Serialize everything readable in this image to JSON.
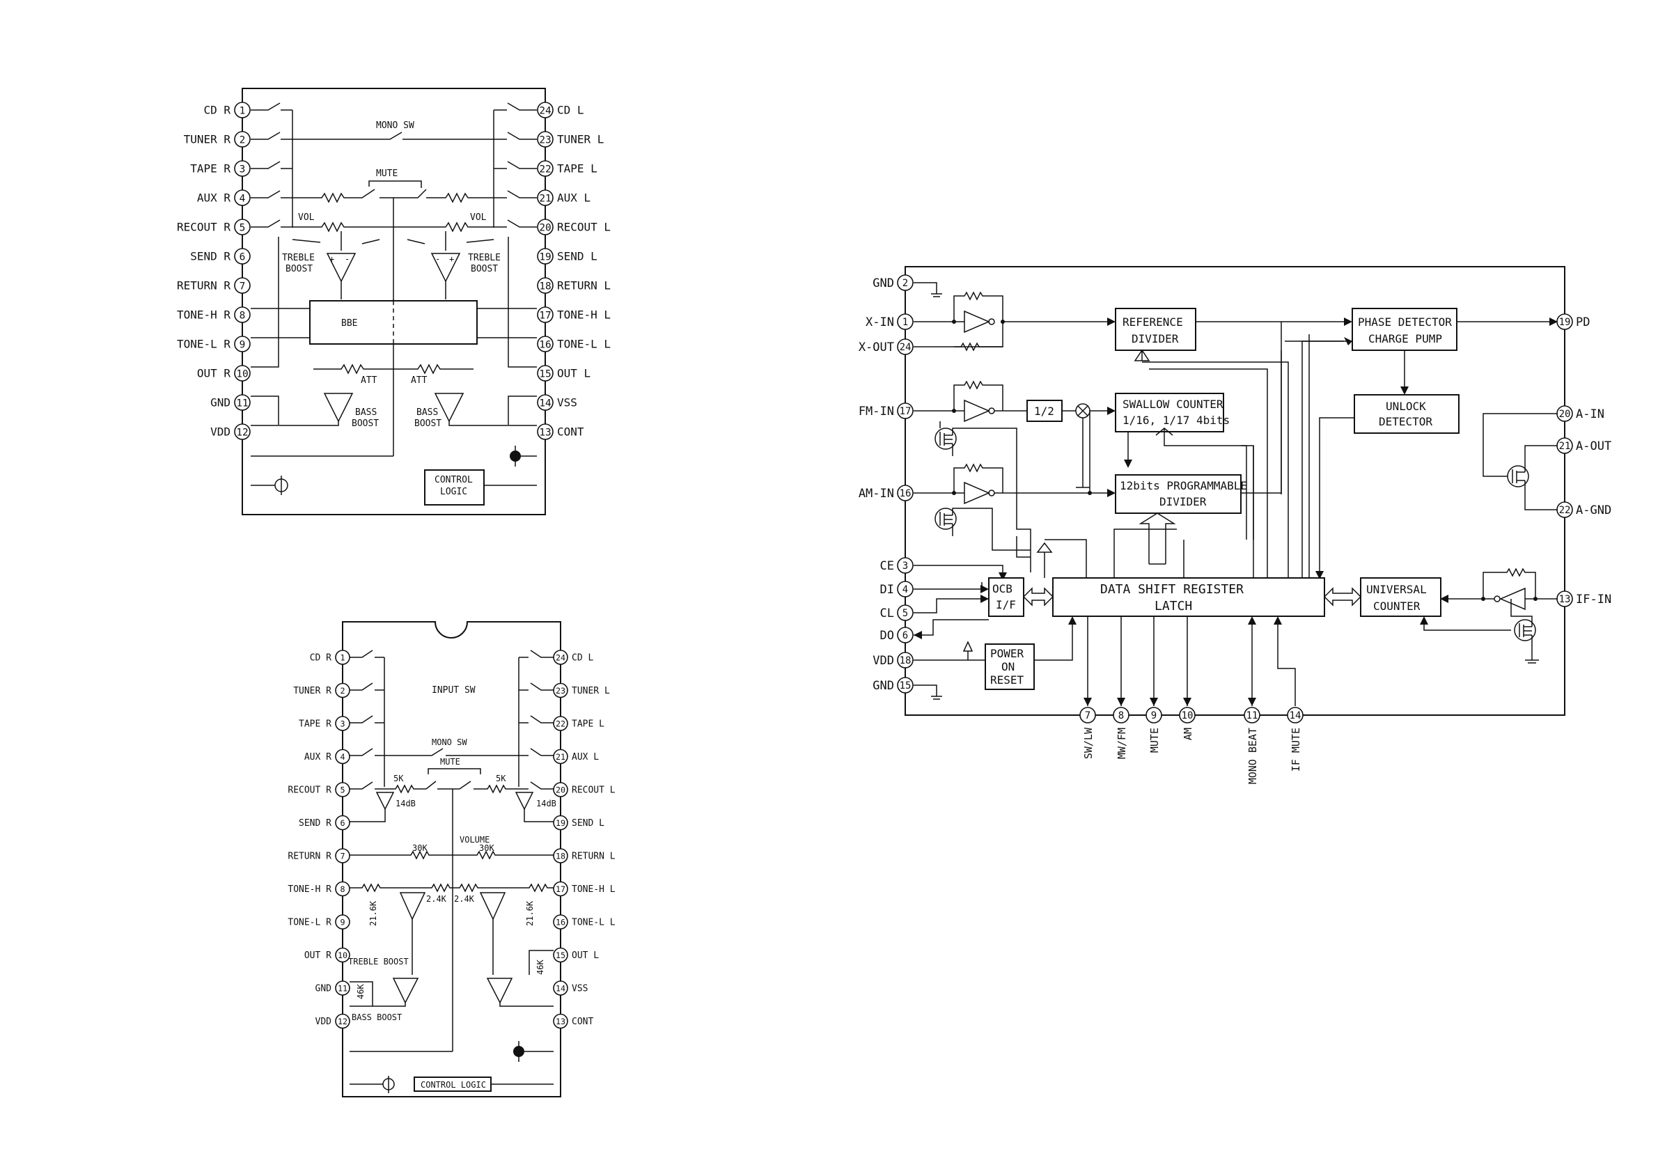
{
  "ic1": {
    "left_pins": [
      {
        "n": "1",
        "label": "CD R"
      },
      {
        "n": "2",
        "label": "TUNER R"
      },
      {
        "n": "3",
        "label": "TAPE R"
      },
      {
        "n": "4",
        "label": "AUX R"
      },
      {
        "n": "5",
        "label": "RECOUT R"
      },
      {
        "n": "6",
        "label": "SEND R"
      },
      {
        "n": "7",
        "label": "RETURN R"
      },
      {
        "n": "8",
        "label": "TONE-H R"
      },
      {
        "n": "9",
        "label": "TONE-L R"
      },
      {
        "n": "10",
        "label": "OUT R"
      },
      {
        "n": "11",
        "label": "GND"
      },
      {
        "n": "12",
        "label": "VDD"
      }
    ],
    "right_pins": [
      {
        "n": "24",
        "label": "CD L"
      },
      {
        "n": "23",
        "label": "TUNER L"
      },
      {
        "n": "22",
        "label": "TAPE L"
      },
      {
        "n": "21",
        "label": "AUX L"
      },
      {
        "n": "20",
        "label": "RECOUT L"
      },
      {
        "n": "19",
        "label": "SEND L"
      },
      {
        "n": "18",
        "label": "RETURN L"
      },
      {
        "n": "17",
        "label": "TONE-H L"
      },
      {
        "n": "16",
        "label": "TONE-L L"
      },
      {
        "n": "15",
        "label": "OUT L"
      },
      {
        "n": "14",
        "label": "VSS"
      },
      {
        "n": "13",
        "label": "CONT"
      }
    ],
    "labels": {
      "mono_sw": "MONO SW",
      "mute": "MUTE",
      "vol_l": "VOL",
      "vol_r": "VOL",
      "treble_l": "TREBLE",
      "boost_l": "BOOST",
      "treble_r": "TREBLE",
      "boost_r": "BOOST",
      "bbe": "BBE",
      "att_l": "ATT",
      "att_r": "ATT",
      "bass_l": "BASS",
      "bass_boost_l": "BOOST",
      "bass_r": "BASS",
      "bass_boost_r": "BOOST",
      "control": "CONTROL",
      "logic": "LOGIC",
      "plus": "+",
      "minus": "-"
    }
  },
  "ic2": {
    "left_pins": [
      {
        "n": "1",
        "label": "CD R"
      },
      {
        "n": "2",
        "label": "TUNER R"
      },
      {
        "n": "3",
        "label": "TAPE R"
      },
      {
        "n": "4",
        "label": "AUX R"
      },
      {
        "n": "5",
        "label": "RECOUT R"
      },
      {
        "n": "6",
        "label": "SEND R"
      },
      {
        "n": "7",
        "label": "RETURN R"
      },
      {
        "n": "8",
        "label": "TONE-H R"
      },
      {
        "n": "9",
        "label": "TONE-L R"
      },
      {
        "n": "10",
        "label": "OUT R"
      },
      {
        "n": "11",
        "label": "GND"
      },
      {
        "n": "12",
        "label": "VDD"
      }
    ],
    "right_pins": [
      {
        "n": "24",
        "label": "CD L"
      },
      {
        "n": "23",
        "label": "TUNER L"
      },
      {
        "n": "22",
        "label": "TAPE L"
      },
      {
        "n": "21",
        "label": "AUX L"
      },
      {
        "n": "20",
        "label": "RECOUT L"
      },
      {
        "n": "19",
        "label": "SEND L"
      },
      {
        "n": "18",
        "label": "RETURN L"
      },
      {
        "n": "17",
        "label": "TONE-H L"
      },
      {
        "n": "16",
        "label": "TONE-L L"
      },
      {
        "n": "15",
        "label": "OUT L"
      },
      {
        "n": "14",
        "label": "VSS"
      },
      {
        "n": "13",
        "label": "CONT"
      }
    ],
    "labels": {
      "input_sw": "INPUT SW",
      "mono_sw": "MONO SW",
      "mute": "MUTE",
      "r5k_l": "5K",
      "r5k_r": "5K",
      "gain_l": "14dB",
      "gain_r": "14dB",
      "volume": "VOLUME",
      "r30k_l": "30K",
      "r30k_r": "30K",
      "r24k_l": "2.4K",
      "r24k_r": "2.4K",
      "r216k_l": "21.6K",
      "r216k_r": "21.6K",
      "r46k_l": "46K",
      "r46k_r": "46K",
      "treble_boost": "TREBLE BOOST",
      "bass_boost": "BASS BOOST",
      "control_logic": "CONTROL LOGIC"
    }
  },
  "ic3": {
    "left_pins": [
      {
        "n": "2",
        "label": "GND"
      },
      {
        "n": "1",
        "label": "X-IN"
      },
      {
        "n": "24",
        "label": "X-OUT"
      },
      {
        "n": "17",
        "label": "FM-IN"
      },
      {
        "n": "16",
        "label": "AM-IN"
      },
      {
        "n": "3",
        "label": "CE"
      },
      {
        "n": "4",
        "label": "DI"
      },
      {
        "n": "5",
        "label": "CL"
      },
      {
        "n": "6",
        "label": "DO"
      },
      {
        "n": "18",
        "label": "VDD"
      },
      {
        "n": "15",
        "label": "GND"
      }
    ],
    "right_pins": [
      {
        "n": "19",
        "label": "PD"
      },
      {
        "n": "20",
        "label": "A-IN"
      },
      {
        "n": "21",
        "label": "A-OUT"
      },
      {
        "n": "22",
        "label": "A-GND"
      },
      {
        "n": "13",
        "label": "IF-IN"
      }
    ],
    "bottom_pins": [
      {
        "n": "7",
        "label": "SW/LW"
      },
      {
        "n": "8",
        "label": "MW/FM"
      },
      {
        "n": "9",
        "label": "MUTE"
      },
      {
        "n": "10",
        "label": "AM"
      },
      {
        "n": "11",
        "label": "MONO BEAT"
      },
      {
        "n": "14",
        "label": "IF MUTE"
      }
    ],
    "blocks": {
      "ref1": "REFERENCE",
      "ref2": "DIVIDER",
      "pd1": "PHASE DETECTOR",
      "pd2": "CHARGE PUMP",
      "ul1": "UNLOCK",
      "ul2": "DETECTOR",
      "half": "1/2",
      "sw1": "SWALLOW COUNTER",
      "sw2": "1/16, 1/17 4bits",
      "pg1": "12bits PROGRAMMABLE",
      "pg2": "DIVIDER",
      "ocb1": "OCB",
      "ocb2": "I/F",
      "dsr1": "DATA SHIFT REGISTER",
      "dsr2": "LATCH",
      "uc1": "UNIVERSAL",
      "uc2": "COUNTER",
      "por1": "POWER",
      "por2": "ON",
      "por3": "RESET"
    }
  }
}
